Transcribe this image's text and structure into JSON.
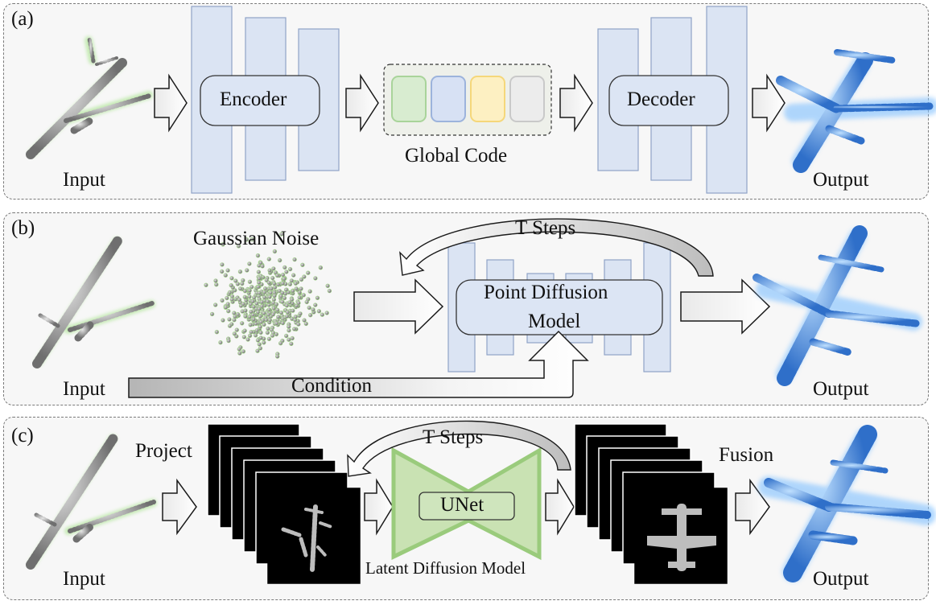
{
  "panels": [
    {
      "label": "(a)",
      "input_label": "Input",
      "output_label": "Output",
      "encoder_label": "Encoder",
      "decoder_label": "Decoder",
      "code_label": "Global Code"
    },
    {
      "label": "(b)",
      "input_label": "Input",
      "output_label": "Output",
      "noise_label": "Gaussian Noise",
      "steps_label": "T Steps",
      "model_label_line1": "Point Diffusion",
      "model_label_line2": "Model",
      "condition_label": "Condition"
    },
    {
      "label": "(c)",
      "input_label": "Input",
      "output_label": "Output",
      "project_label": "Project",
      "steps_label": "T Steps",
      "unet_label": "UNet",
      "ldm_label": "Latent Diffusion Model",
      "fusion_label": "Fusion"
    }
  ],
  "colors": {
    "block_fill": "#dbe4f3",
    "block_stroke": "#8fa3c7",
    "code_colors": [
      "#d8ecd0",
      "#d7e1f4",
      "#fdf0c2",
      "#ececec"
    ],
    "code_strokes": [
      "#a9d49a",
      "#9cb3dc",
      "#f5d77a",
      "#c9c9c9"
    ],
    "unet_fill": "#c9e2b3",
    "unet_stroke": "#9acb7c",
    "input_points": "#9a9a9a",
    "output_points": "#4f8fe0",
    "noise_points": "#8c9a84"
  },
  "icons": [
    "airplane-pointcloud-input",
    "airplane-pointcloud-output",
    "gaussian-noise-cloud",
    "depth-image-stack",
    "airplane-silhouette"
  ]
}
